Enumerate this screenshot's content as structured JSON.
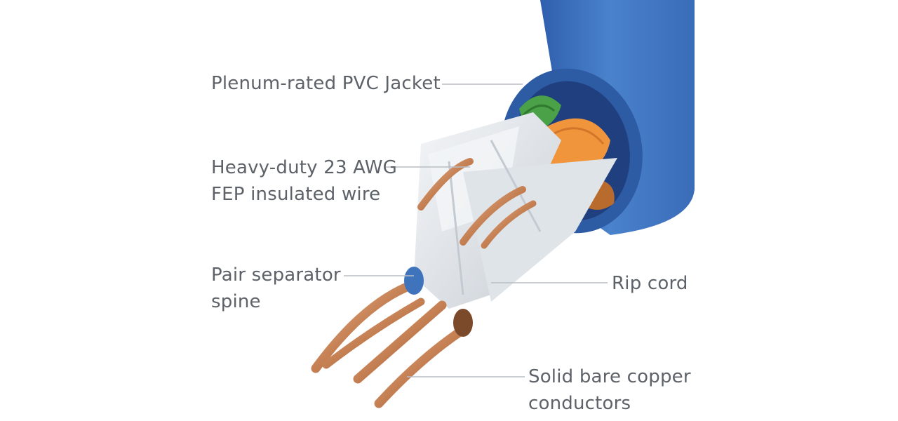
{
  "labels": {
    "jacket": {
      "line1": "Plenum-rated PVC Jacket"
    },
    "wire": {
      "line1": "Heavy-duty 23 AWG",
      "line2": "FEP insulated wire"
    },
    "spine": {
      "line1": "Pair separator",
      "line2": "spine"
    },
    "rip_cord": {
      "line1": "Rip cord"
    },
    "copper": {
      "line1": "Solid bare copper",
      "line2": "conductors"
    }
  },
  "colors": {
    "jacket": "#3f74bd",
    "jacket_dark": "#2d5ba4",
    "jacket_inner": "#23478e",
    "separator": "#e3e7eb",
    "copper": "#c88a5e",
    "orange": "#f0953c",
    "green": "#4aa147",
    "brown": "#7a4a2a",
    "label_text": "#5d6269",
    "leader_line": "#b9bec4"
  }
}
